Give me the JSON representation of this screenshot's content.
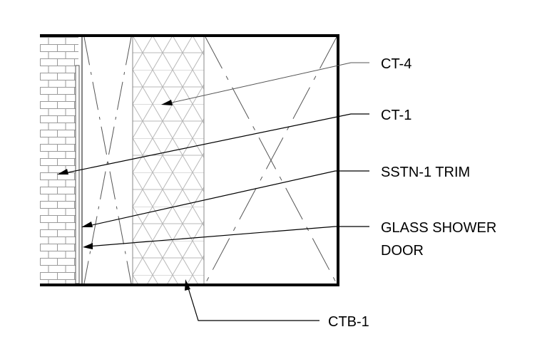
{
  "callouts": {
    "ct4": "CT-4",
    "ct1": "CT-1",
    "sstn_trim": "SSTN-1 TRIM",
    "glass_door_line1": "GLASS SHOWER",
    "glass_door_line2": "DOOR",
    "ctb1": "CTB-1"
  },
  "colors": {
    "ink": "#000000",
    "hatch": "#b0b0b0",
    "fine_line": "#555555"
  }
}
